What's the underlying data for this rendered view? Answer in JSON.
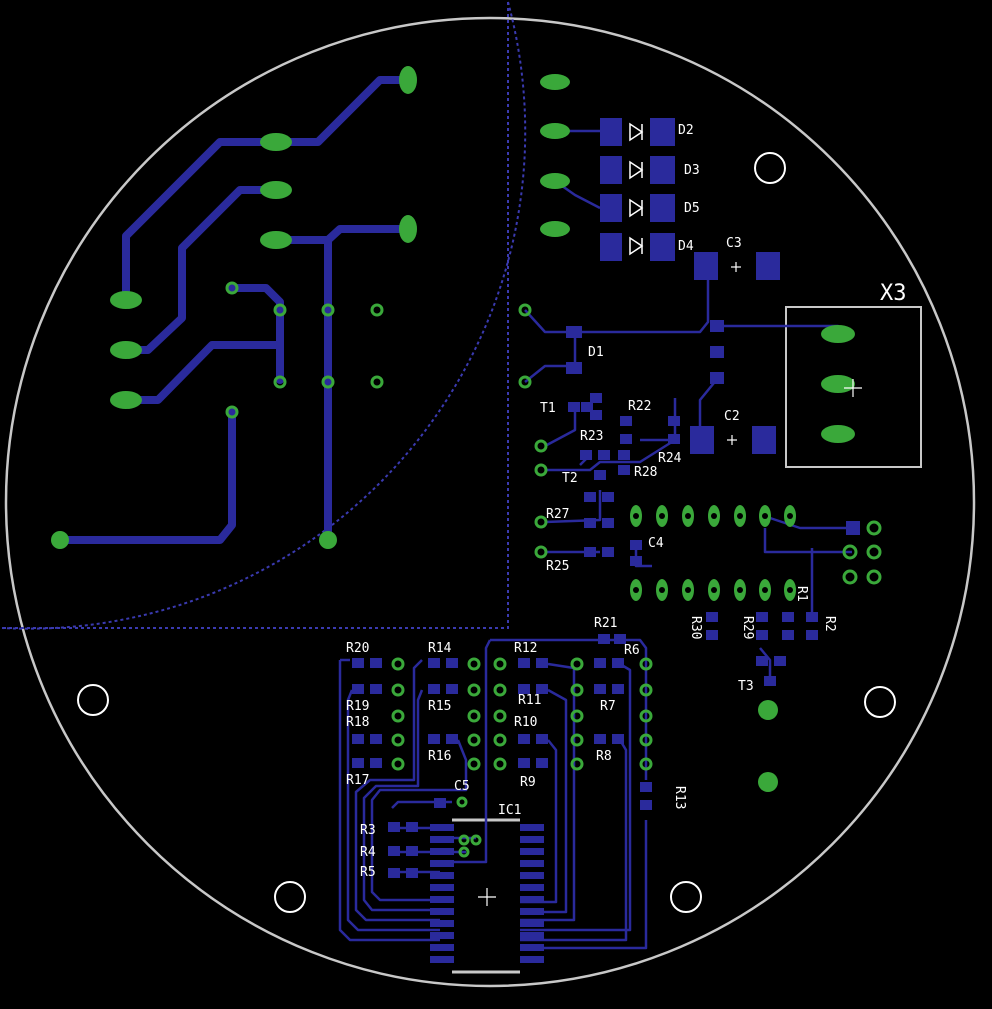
{
  "board": {
    "background": "#000000",
    "outline_color": "#c8c8c8",
    "trace_color": "#2a2a9c",
    "pad_color": "#2a2a9c",
    "via_color": "#3aa83a",
    "dotted_outline_color": "#3a3ab0",
    "silk_color": "#ffffff"
  },
  "labels": {
    "D2": "D2",
    "D3": "D3",
    "D5": "D5",
    "D4": "D4",
    "C3": "C3",
    "X3": "X3",
    "D1": "D1",
    "T1": "T1",
    "R22": "R22",
    "R23": "R23",
    "C2": "C2",
    "R24": "R24",
    "R28": "R28",
    "T2": "T2",
    "R27": "R27",
    "C4": "C4",
    "R25": "R25",
    "R21": "R21",
    "R20": "R20",
    "R14": "R14",
    "R12": "R12",
    "R6": "R6",
    "R30": "R30",
    "R29": "R29",
    "R1": "R1",
    "R2": "R2",
    "T3": "T3",
    "R19": "R19",
    "R15": "R15",
    "R11": "R11",
    "R7": "R7",
    "R18": "R18",
    "R10": "R10",
    "R16": "R16",
    "R8": "R8",
    "R17": "R17",
    "R9": "R9",
    "C5": "C5",
    "R13": "R13",
    "IC1": "IC1",
    "R3": "R3",
    "R4": "R4",
    "R5": "R5"
  }
}
